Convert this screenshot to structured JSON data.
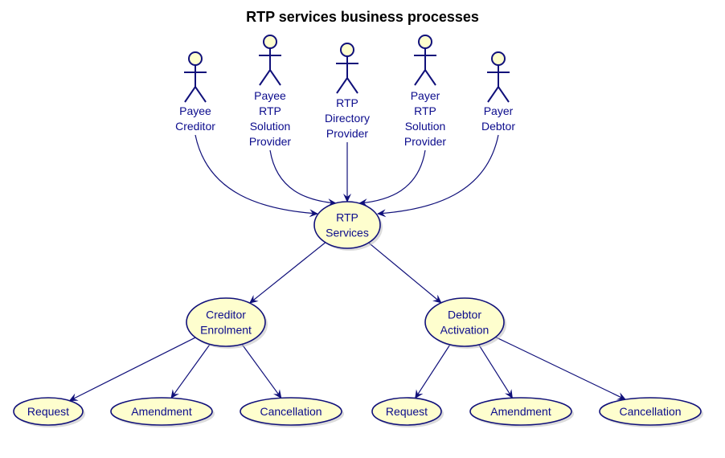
{
  "title": "RTP services business processes",
  "colors": {
    "line": "#10107a",
    "text": "#0b0b8c",
    "usecase_fill": "#fefece",
    "title": "#000000"
  },
  "actors": [
    {
      "id": "payee-creditor",
      "lines": [
        "Payee",
        "Creditor"
      ]
    },
    {
      "id": "payee-rtp-solution-provider",
      "lines": [
        "Payee",
        "RTP",
        "Solution",
        "Provider"
      ]
    },
    {
      "id": "rtp-directory-provider",
      "lines": [
        "RTP",
        "Directory",
        "Provider"
      ]
    },
    {
      "id": "payer-rtp-solution-provider",
      "lines": [
        "Payer",
        "RTP",
        "Solution",
        "Provider"
      ]
    },
    {
      "id": "payer-debtor",
      "lines": [
        "Payer",
        "Debtor"
      ]
    }
  ],
  "use_cases": [
    {
      "id": "rtp-services",
      "lines": [
        "RTP",
        "Services"
      ]
    },
    {
      "id": "creditor-enrolment",
      "lines": [
        "Creditor",
        "Enrolment"
      ]
    },
    {
      "id": "debtor-activation",
      "lines": [
        "Debtor",
        "Activation"
      ]
    },
    {
      "id": "creditor-request",
      "lines": [
        "Request"
      ]
    },
    {
      "id": "creditor-amendment",
      "lines": [
        "Amendment"
      ]
    },
    {
      "id": "creditor-cancellation",
      "lines": [
        "Cancellation"
      ]
    },
    {
      "id": "debtor-request",
      "lines": [
        "Request"
      ]
    },
    {
      "id": "debtor-amendment",
      "lines": [
        "Amendment"
      ]
    },
    {
      "id": "debtor-cancellation",
      "lines": [
        "Cancellation"
      ]
    }
  ],
  "relations": [
    {
      "from": "payee-creditor",
      "to": "rtp-services"
    },
    {
      "from": "payee-rtp-solution-provider",
      "to": "rtp-services"
    },
    {
      "from": "rtp-directory-provider",
      "to": "rtp-services"
    },
    {
      "from": "payer-rtp-solution-provider",
      "to": "rtp-services"
    },
    {
      "from": "payer-debtor",
      "to": "rtp-services"
    },
    {
      "from": "rtp-services",
      "to": "creditor-enrolment"
    },
    {
      "from": "rtp-services",
      "to": "debtor-activation"
    },
    {
      "from": "creditor-enrolment",
      "to": "creditor-request"
    },
    {
      "from": "creditor-enrolment",
      "to": "creditor-amendment"
    },
    {
      "from": "creditor-enrolment",
      "to": "creditor-cancellation"
    },
    {
      "from": "debtor-activation",
      "to": "debtor-request"
    },
    {
      "from": "debtor-activation",
      "to": "debtor-amendment"
    },
    {
      "from": "debtor-activation",
      "to": "debtor-cancellation"
    }
  ]
}
